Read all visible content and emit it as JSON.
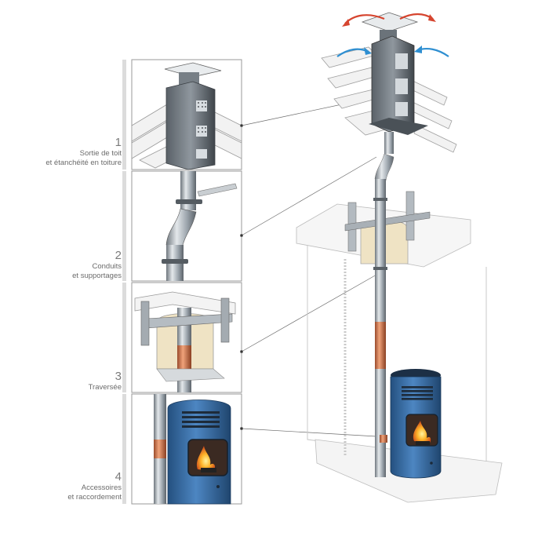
{
  "steps": [
    {
      "number": "1",
      "line1": "Sortie de toit",
      "line2": "et étanchéité en toiture"
    },
    {
      "number": "2",
      "line1": "Conduits",
      "line2": "et supportages"
    },
    {
      "number": "3",
      "line1": "Traversée",
      "line2": ""
    },
    {
      "number": "4",
      "line1": "Accessoires",
      "line2": "et raccordement"
    }
  ],
  "colors": {
    "stove_blue": "#3a6fa8",
    "steel": "#9aa3ab",
    "arrow_hot": "#d6452f",
    "arrow_cold": "#2f8fd1",
    "insulation": "#efe3c4"
  },
  "icons": [
    "roof-cap-icon",
    "airflow-arrow-icon",
    "stove-icon",
    "flame-icon"
  ]
}
